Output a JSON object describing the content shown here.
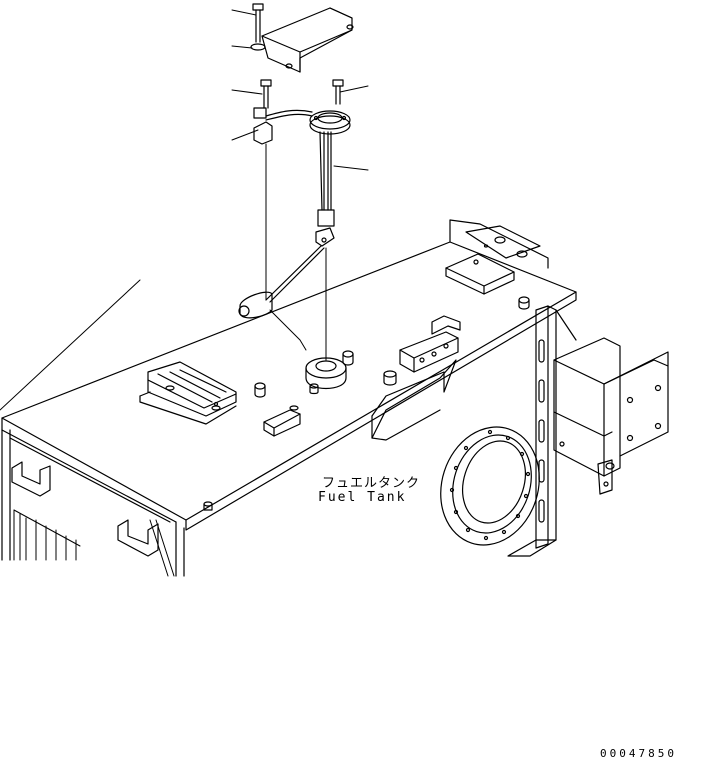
{
  "labels": {
    "tank_jp": "フュエルタンク",
    "tank_en": "Fuel Tank",
    "drawing_number": "00047850"
  },
  "colors": {
    "line": "#000000",
    "background": "#ffffff"
  }
}
